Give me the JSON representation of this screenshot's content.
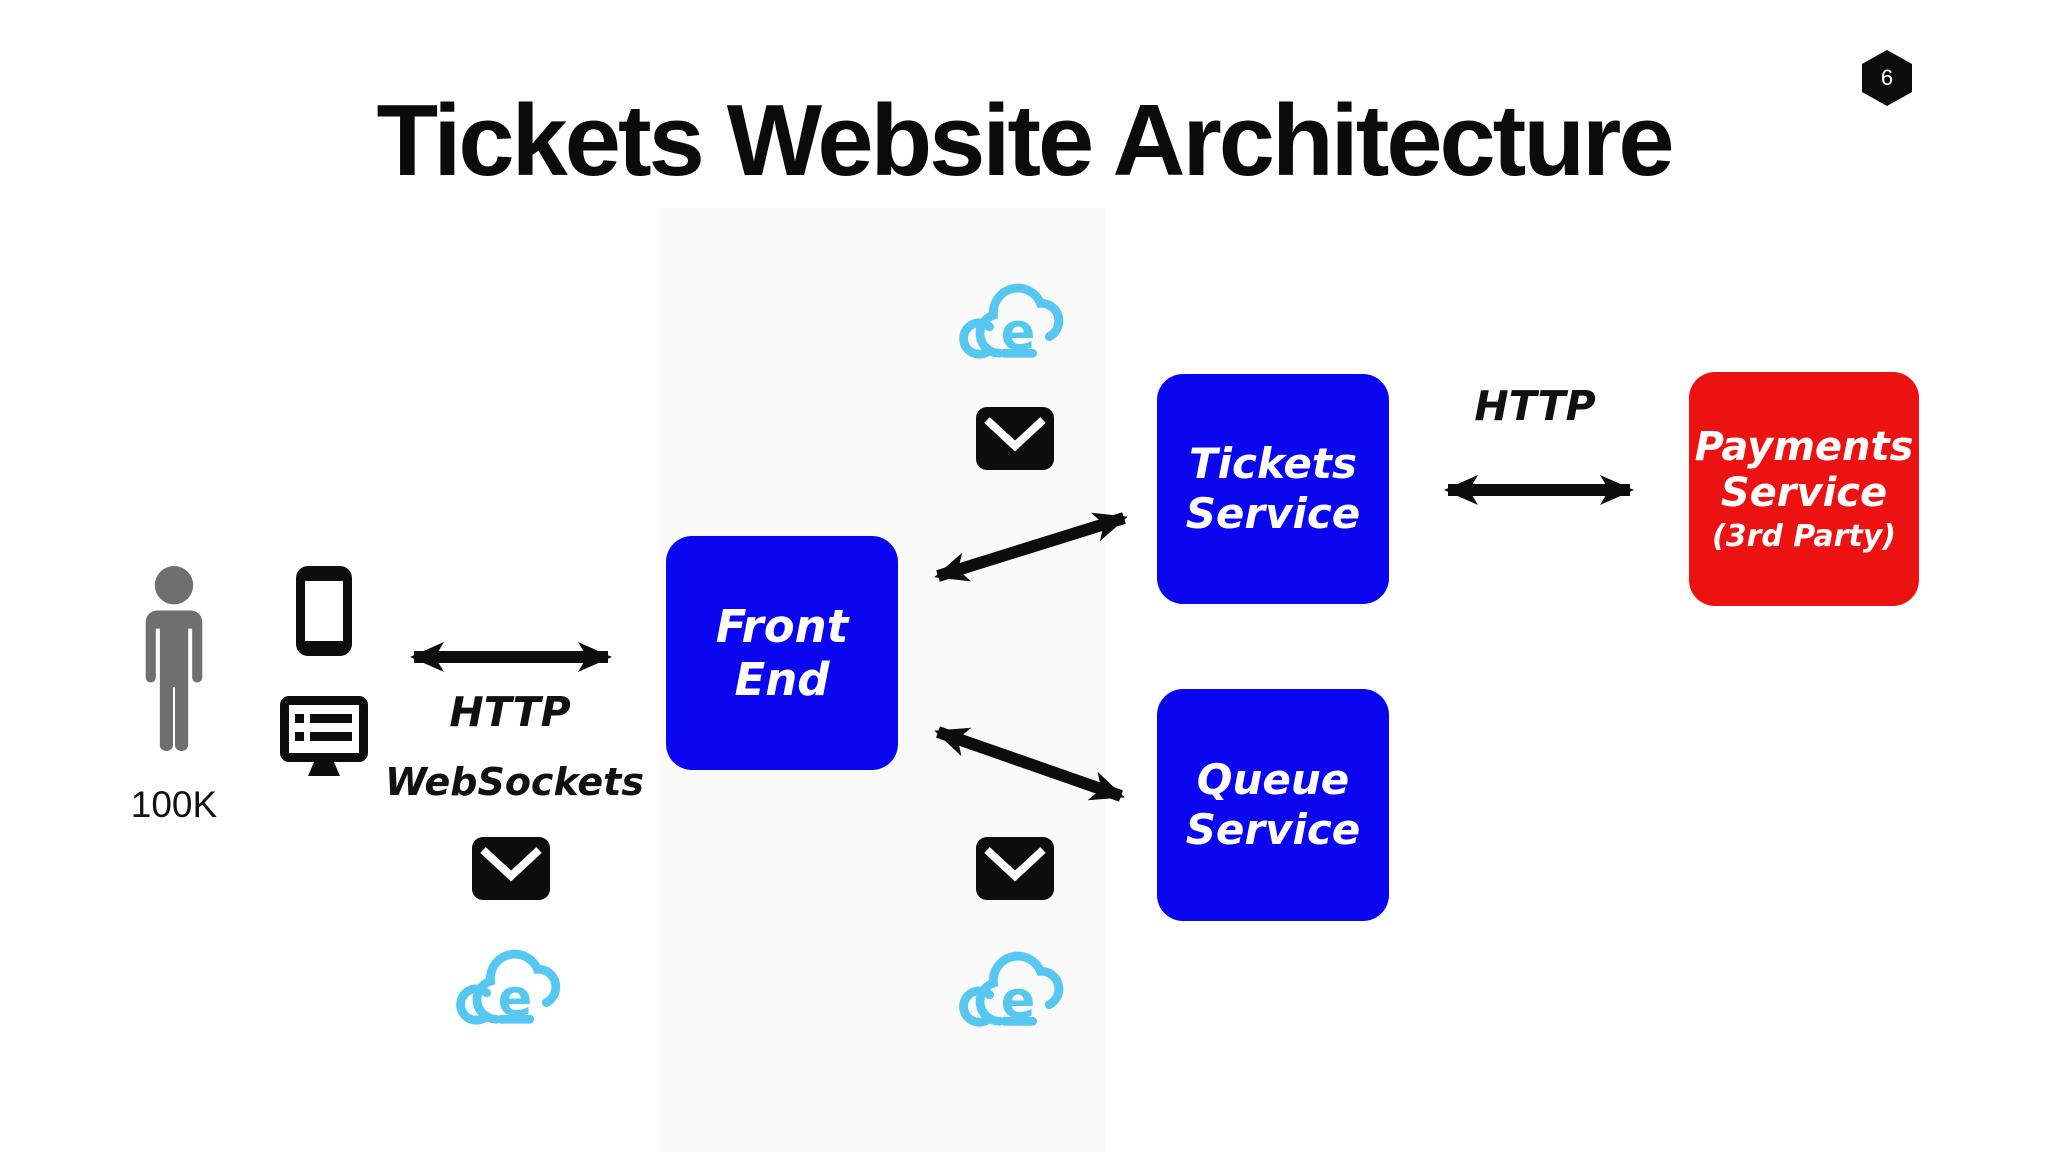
{
  "page": {
    "number": "6",
    "title": "Tickets Website Architecture"
  },
  "users": {
    "count": "100K"
  },
  "connections": {
    "client_http": "HTTP",
    "client_websockets": "WebSockets",
    "payments_http": "HTTP"
  },
  "nodes": {
    "front_end": {
      "label": "Front End"
    },
    "tickets_service": {
      "line1": "Tickets",
      "line2": "Service"
    },
    "queue_service": {
      "line1": "Queue",
      "line2": "Service"
    },
    "payments_service": {
      "line1": "Payments",
      "line2": "Service",
      "line3": "(3rd Party)"
    }
  },
  "icons": {
    "badge": "hexagon-page-number-badge",
    "user": "person-icon",
    "smartphone": "smartphone-icon",
    "browser": "monitor-list-icon",
    "message": "envelope-icon",
    "cloud": "cloud-e-icon",
    "arrows": "double-headed-arrow"
  },
  "colors": {
    "service_blue": "#0b06f0",
    "payments_red": "#ed1212",
    "cloud_blue": "#55c7f0",
    "person_gray": "#6f6f6f",
    "ink_black": "#0d0d0d"
  }
}
